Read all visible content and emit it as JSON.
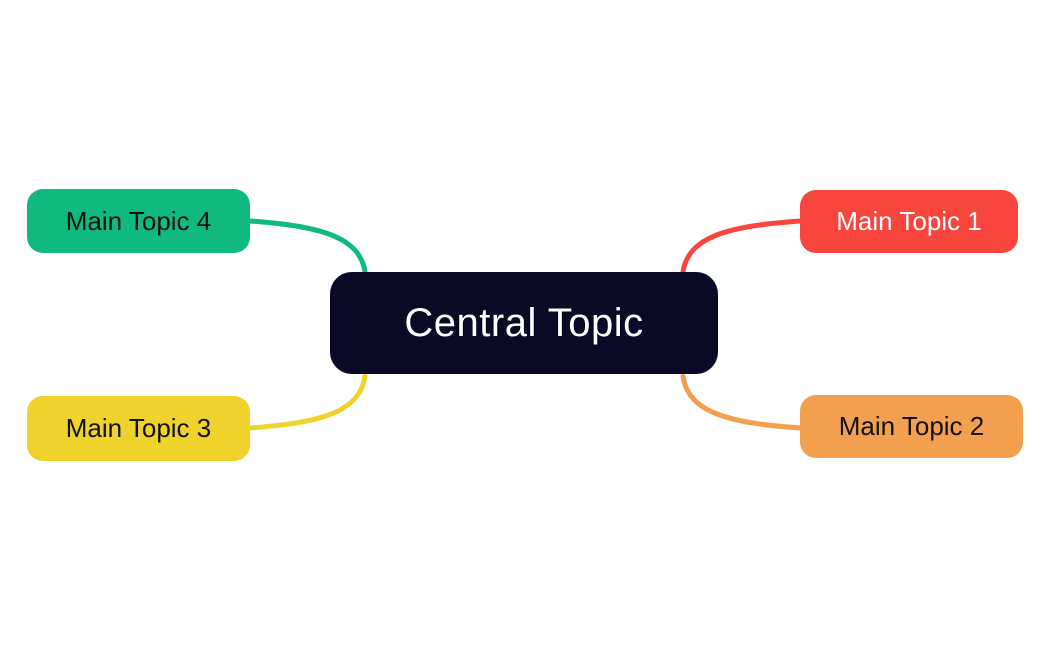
{
  "canvas": {
    "background": "#ffffff",
    "type": "mind-map"
  },
  "central": {
    "label": "Central Topic",
    "fill": "#0a0a26",
    "text_color": "#ffffff"
  },
  "topics": [
    {
      "label": "Main Topic 1",
      "fill": "#f8453e",
      "text_color": "#ffffff",
      "position": "top-right"
    },
    {
      "label": "Main Topic 2",
      "fill": "#f2a04f",
      "text_color": "#111111",
      "position": "bottom-right"
    },
    {
      "label": "Main Topic 3",
      "fill": "#efd22b",
      "text_color": "#111111",
      "position": "bottom-left"
    },
    {
      "label": "Main Topic 4",
      "fill": "#10b97d",
      "text_color": "#111111",
      "position": "top-left"
    }
  ]
}
